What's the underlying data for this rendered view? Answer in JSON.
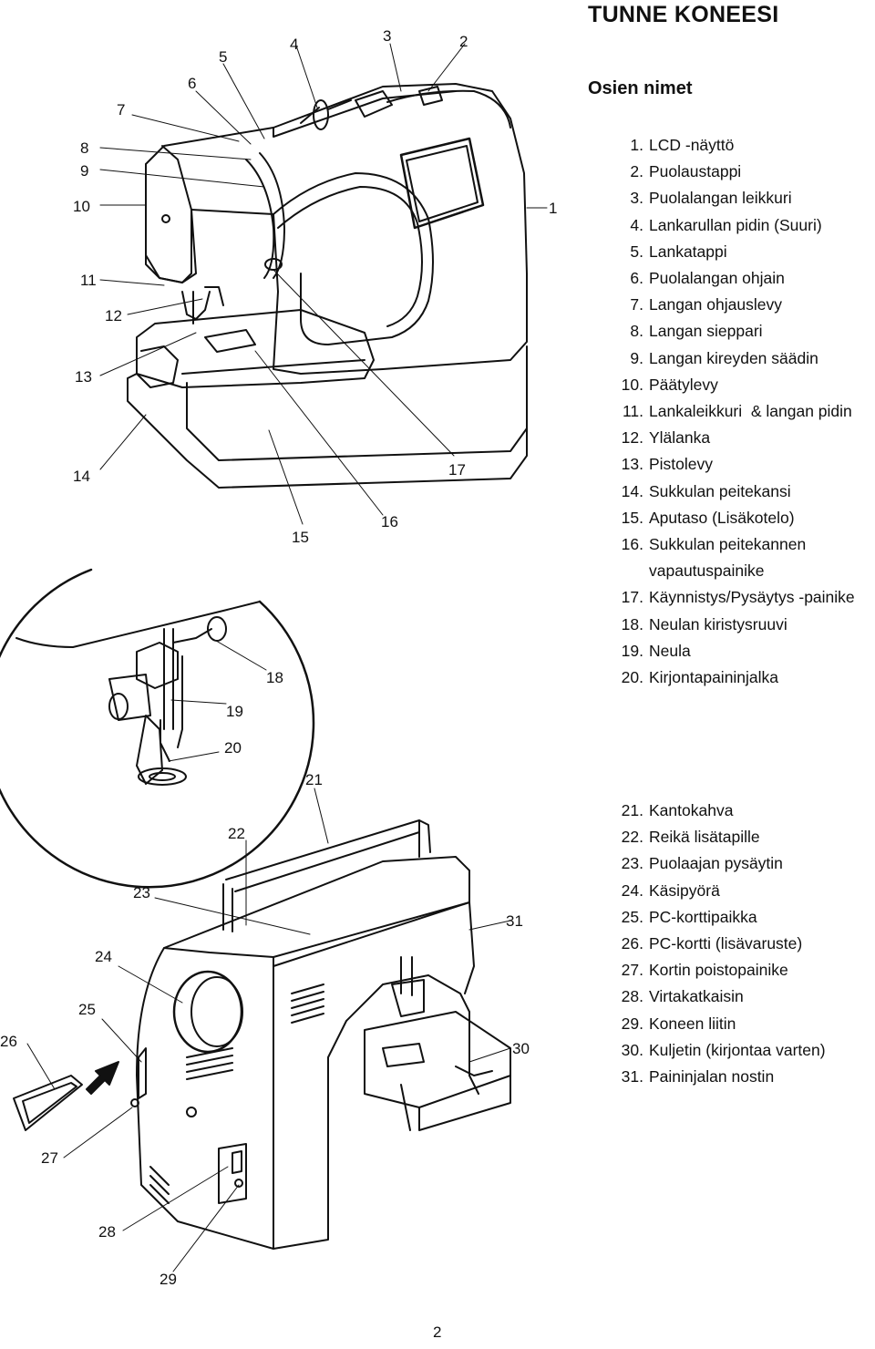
{
  "page": {
    "title": "TUNNE KONEESI",
    "subtitle": "Osien nimet",
    "page_number": "2"
  },
  "parts_top": [
    {
      "num": "1.",
      "label": "LCD -näyttö"
    },
    {
      "num": "2.",
      "label": "Puolaustappi"
    },
    {
      "num": "3.",
      "label": "Puolalangan leikkuri"
    },
    {
      "num": "4.",
      "label": "Lankarullan pidin (Suuri)"
    },
    {
      "num": "5.",
      "label": "Lankatappi"
    },
    {
      "num": "6.",
      "label": "Puolalangan ohjain"
    },
    {
      "num": "7.",
      "label": "Langan ohjauslevy"
    },
    {
      "num": "8.",
      "label": "Langan sieppari"
    },
    {
      "num": "9.",
      "label": "Langan kireyden säädin"
    },
    {
      "num": "10.",
      "label": "Päätylevy"
    },
    {
      "num": "11.",
      "label": "Lankaleikkuri  & langan pidin"
    },
    {
      "num": "12.",
      "label": "Ylälanka"
    },
    {
      "num": "13.",
      "label": "Pistolevy"
    },
    {
      "num": "14.",
      "label": "Sukkulan peitekansi"
    },
    {
      "num": "15.",
      "label": "Aputaso (Lisäkotelo)"
    },
    {
      "num": "16.",
      "label": "Sukkulan peitekannen"
    },
    {
      "num": "",
      "label": "vapautuspainike"
    },
    {
      "num": "17.",
      "label": "Käynnistys/Pysäytys -painike"
    },
    {
      "num": "18.",
      "label": "Neulan kiristysruuvi"
    },
    {
      "num": "19.",
      "label": "Neula"
    },
    {
      "num": "20.",
      "label": "Kirjontapaininjalka"
    }
  ],
  "parts_bottom": [
    {
      "num": "21.",
      "label": "Kantokahva"
    },
    {
      "num": "22.",
      "label": "Reikä lisätapille"
    },
    {
      "num": "23.",
      "label": "Puolaajan pysäytin"
    },
    {
      "num": "24.",
      "label": "Käsipyörä"
    },
    {
      "num": "25.",
      "label": "PC-korttipaikka"
    },
    {
      "num": "26.",
      "label": "PC-kortti (lisävaruste)"
    },
    {
      "num": "27.",
      "label": "Kortin poistopainike"
    },
    {
      "num": "28.",
      "label": "Virtakatkaisin"
    },
    {
      "num": "29.",
      "label": "Koneen liitin"
    },
    {
      "num": "30.",
      "label": "Kuljetin (kirjontaa varten)"
    },
    {
      "num": "31.",
      "label": "Paininjalan nostin"
    }
  ],
  "callouts": {
    "c1": "1",
    "c2": "2",
    "c3": "3",
    "c4": "4",
    "c5": "5",
    "c6": "6",
    "c7": "7",
    "c8": "8",
    "c9": "9",
    "c10": "10",
    "c11": "11",
    "c12": "12",
    "c13": "13",
    "c14": "14",
    "c15": "15",
    "c16": "16",
    "c17": "17",
    "c18": "18",
    "c19": "19",
    "c20": "20",
    "c21": "21",
    "c22": "22",
    "c23": "23",
    "c24": "24",
    "c25": "25",
    "c26": "26",
    "c27": "27",
    "c28": "28",
    "c29": "29",
    "c30": "30",
    "c31": "31"
  }
}
